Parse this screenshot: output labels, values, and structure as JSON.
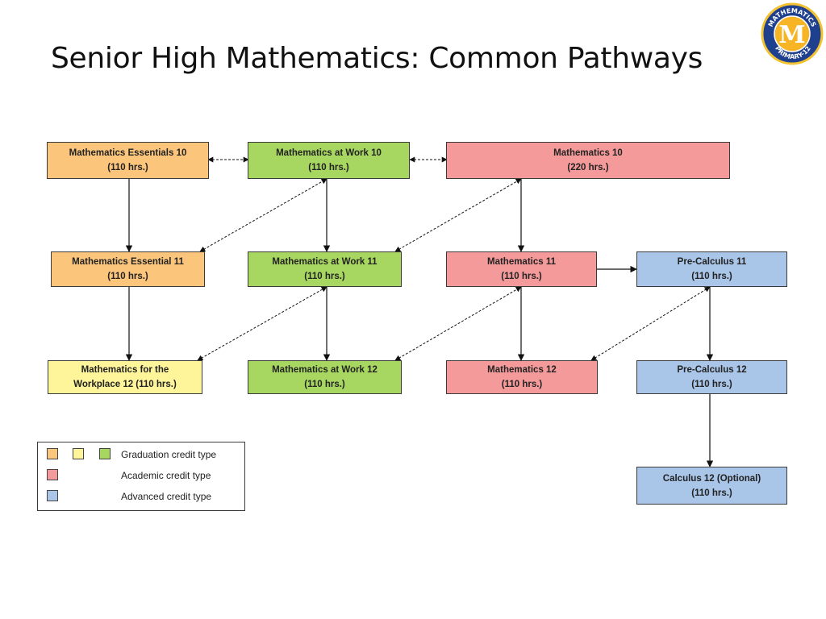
{
  "title": "Senior High Mathematics: Common Pathways",
  "logo": {
    "icon": "mathematics-primary-12-logo",
    "top_text": "MATHEMATICS",
    "bottom_text": "PRIMARY-12",
    "letter": "M"
  },
  "colors": {
    "graduation_orange": "#fbc57c",
    "graduation_yellow": "#fef59b",
    "graduation_green": "#a8d761",
    "academic": "#f59a9a",
    "advanced": "#a9c5e8"
  },
  "courses": {
    "ess10": {
      "line1": "Mathematics Essentials 10",
      "line2": "(110 hrs.)"
    },
    "work10": {
      "line1": "Mathematics at Work 10",
      "line2": "(110 hrs.)"
    },
    "math10": {
      "line1": "Mathematics 10",
      "line2": "(220 hrs.)"
    },
    "ess11": {
      "line1": "Mathematics Essential 11",
      "line2": "(110 hrs.)"
    },
    "work11": {
      "line1": "Mathematics at Work 11",
      "line2": "(110 hrs.)"
    },
    "math11": {
      "line1": "Mathematics 11",
      "line2": "(110 hrs.)"
    },
    "precalc11": {
      "line1": "Pre-Calculus 11",
      "line2": "(110 hrs.)"
    },
    "workplace12": {
      "line1": "Mathematics for the",
      "line2": "Workplace 12 (110 hrs.)"
    },
    "work12": {
      "line1": "Mathematics at Work 12",
      "line2": "(110 hrs.)"
    },
    "math12": {
      "line1": "Mathematics 12",
      "line2": "(110 hrs.)"
    },
    "precalc12": {
      "line1": "Pre-Calculus 12",
      "line2": "(110 hrs.)"
    },
    "calc12": {
      "line1": "Calculus 12 (Optional)",
      "line2": "(110 hrs.)"
    }
  },
  "legend": {
    "graduation": "Graduation credit type",
    "academic": "Academic credit type",
    "advanced": "Advanced credit type"
  }
}
